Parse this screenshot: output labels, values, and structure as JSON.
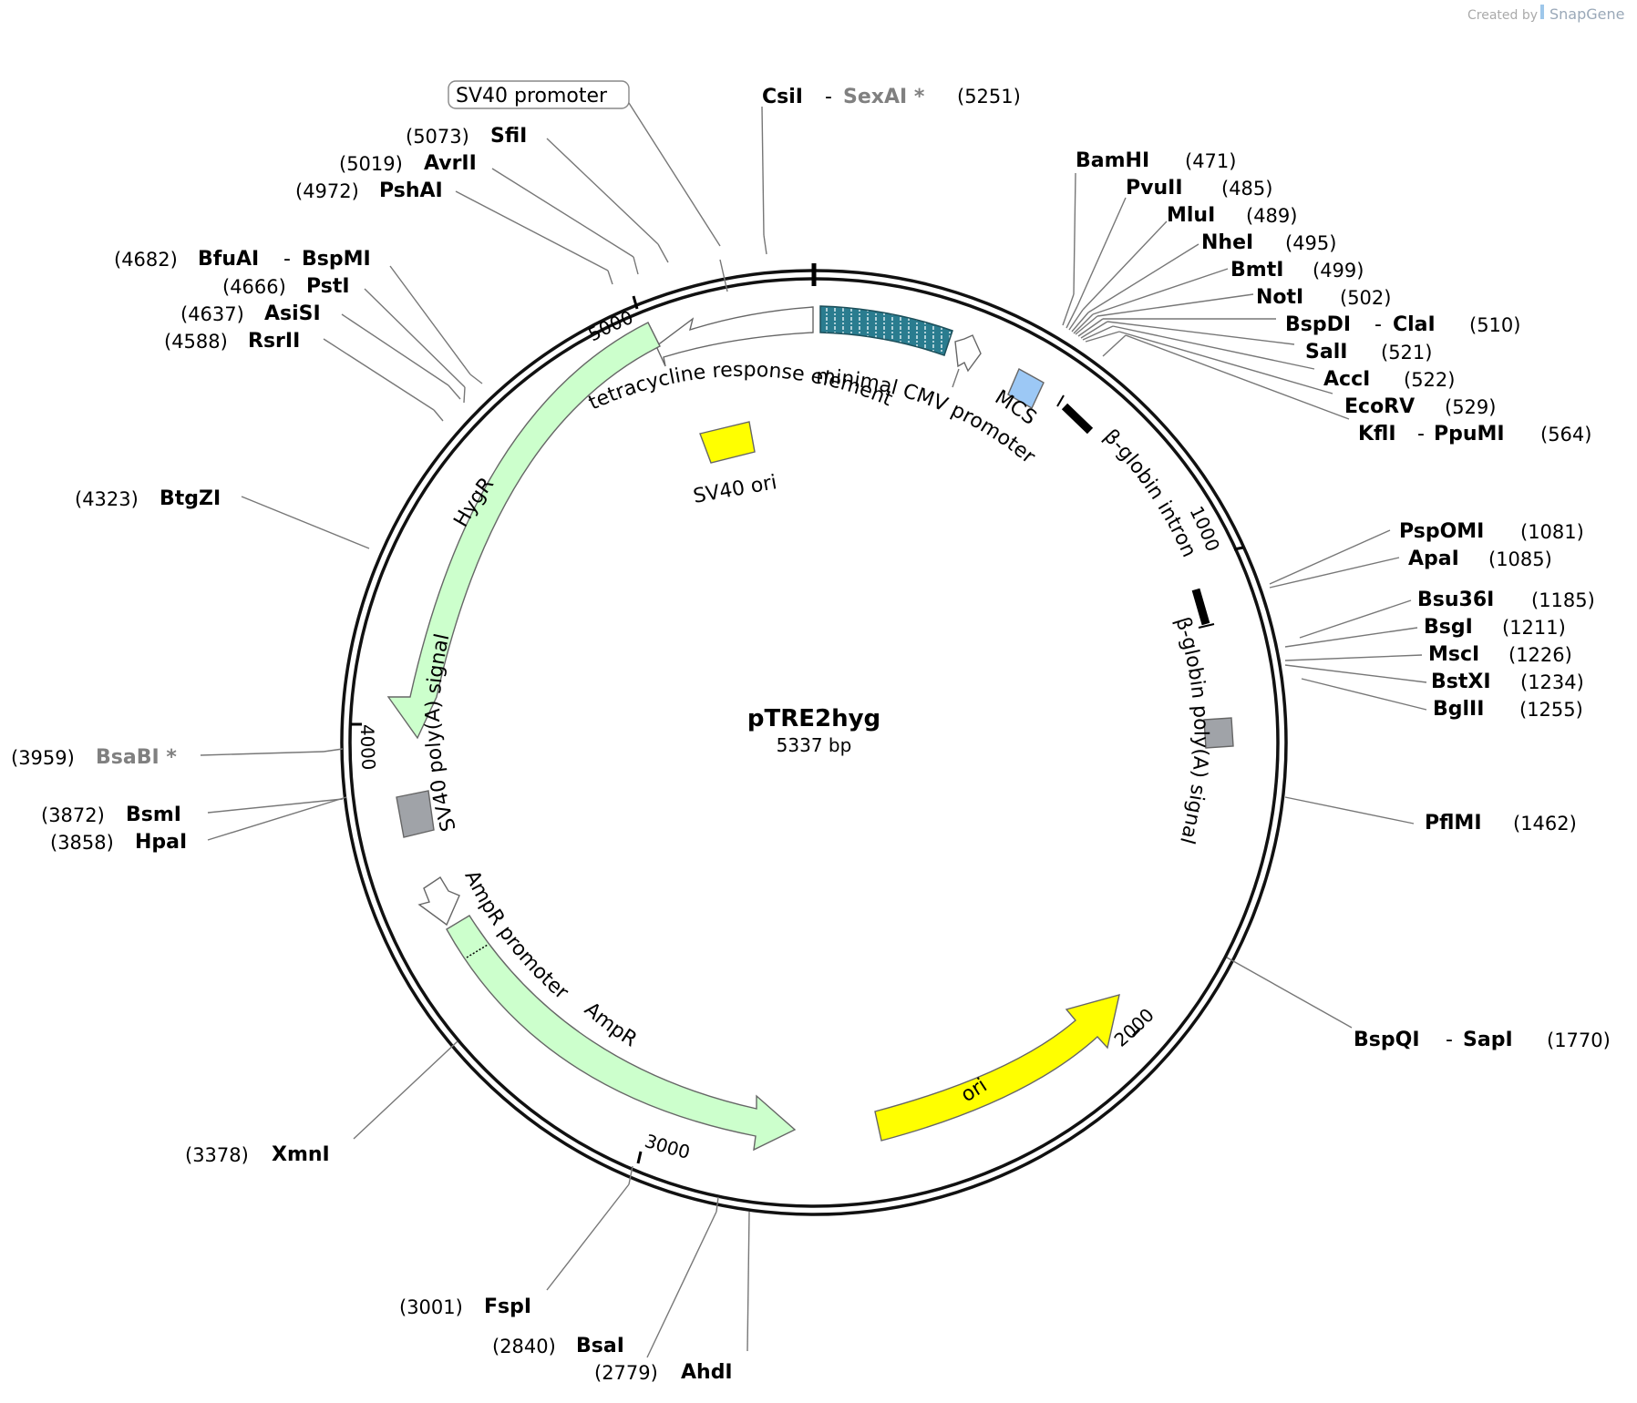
{
  "brand": {
    "prefix": "Created by",
    "name": "SnapGene"
  },
  "plasmid": {
    "name": "pTRE2hyg",
    "size": "5337 bp"
  },
  "ticks": [
    "1000",
    "2000",
    "3000",
    "4000",
    "5000"
  ],
  "features": {
    "tre": "tetracycline response element",
    "mincmv": "minimal CMV promoter",
    "mcs": "MCS",
    "bglobin_intron": "β-globin intron",
    "bglobin_polya": "β-globin poly(A) signal",
    "ori": "ori",
    "ampr": "AmpR",
    "ampr_promoter": "AmpR promoter",
    "sv40_polya": "SV40 poly(A) signal",
    "hygr": "HygR",
    "sv40_ori": "SV40 ori",
    "sv40_promoter": "SV40 promoter"
  },
  "enzymes": {
    "csiI": {
      "name": "CsiI",
      "name2": "SexAI *",
      "pos": "(5251)"
    },
    "bamHI": {
      "name": "BamHI",
      "pos": "(471)"
    },
    "pvuII": {
      "name": "PvuII",
      "pos": "(485)"
    },
    "mluI": {
      "name": "MluI",
      "pos": "(489)"
    },
    "nheI": {
      "name": "NheI",
      "pos": "(495)"
    },
    "bmtI": {
      "name": "BmtI",
      "pos": "(499)"
    },
    "notI": {
      "name": "NotI",
      "pos": "(502)"
    },
    "bspDI": {
      "name": "BspDI",
      "name2": "ClaI",
      "pos": "(510)"
    },
    "salI": {
      "name": "SalI",
      "pos": "(521)"
    },
    "accI": {
      "name": "AccI",
      "pos": "(522)"
    },
    "ecoRV": {
      "name": "EcoRV",
      "pos": "(529)"
    },
    "kflI": {
      "name": "KflI",
      "name2": "PpuMI",
      "pos": "(564)"
    },
    "pspOMI": {
      "name": "PspOMI",
      "pos": "(1081)"
    },
    "apaI": {
      "name": "ApaI",
      "pos": "(1085)"
    },
    "bsu36I": {
      "name": "Bsu36I",
      "pos": "(1185)"
    },
    "bsgI": {
      "name": "BsgI",
      "pos": "(1211)"
    },
    "mscI": {
      "name": "MscI",
      "pos": "(1226)"
    },
    "bstXI": {
      "name": "BstXI",
      "pos": "(1234)"
    },
    "bglII": {
      "name": "BglII",
      "pos": "(1255)"
    },
    "pflMI": {
      "name": "PflMI",
      "pos": "(1462)"
    },
    "bspQI": {
      "name": "BspQI",
      "name2": "SapI",
      "pos": "(1770)"
    },
    "ahdI": {
      "name": "AhdI",
      "pos": "(2779)"
    },
    "bsaI": {
      "name": "BsaI",
      "pos": "(2840)"
    },
    "fspI": {
      "name": "FspI",
      "pos": "(3001)"
    },
    "xmnI": {
      "name": "XmnI",
      "pos": "(3378)"
    },
    "hpaI": {
      "name": "HpaI",
      "pos": "(3858)"
    },
    "bsmI": {
      "name": "BsmI",
      "pos": "(3872)"
    },
    "bsaBI": {
      "name": "BsaBI *",
      "pos": "(3959)"
    },
    "btgZI": {
      "name": "BtgZI",
      "pos": "(4323)"
    },
    "rsrII": {
      "name": "RsrII",
      "pos": "(4588)"
    },
    "asiSI": {
      "name": "AsiSI",
      "pos": "(4637)"
    },
    "pstI": {
      "name": "PstI",
      "pos": "(4666)"
    },
    "bfuAI": {
      "name": "BfuAI",
      "name2": "BspMI",
      "pos": "(4682)"
    },
    "pshAI": {
      "name": "PshAI",
      "pos": "(4972)"
    },
    "avrII": {
      "name": "AvrII",
      "pos": "(5019)"
    },
    "sfiI": {
      "name": "SfiI",
      "pos": "(5073)"
    }
  }
}
